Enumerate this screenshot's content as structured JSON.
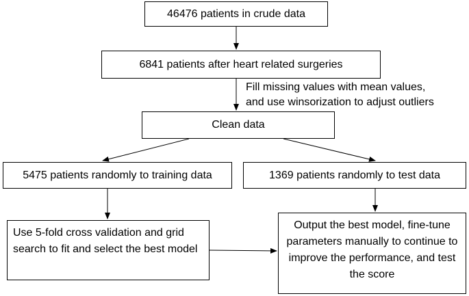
{
  "flowchart": {
    "nodes": {
      "crude": "46476 patients in crude data",
      "heart": "6841 patients after heart related surgeries",
      "clean": "Clean data",
      "train": "5475 patients randomly to training data",
      "test": "1369 patients randomly to test data",
      "cv": "Use 5-fold cross validation and grid search to fit and select the best model",
      "output": "Output the best model, fine-tune parameters manually to continue to improve the performance, and test the score"
    },
    "annotation": {
      "line1": "Fill missing values with mean values,",
      "line2": "and use winsorization to adjust outliers"
    }
  }
}
